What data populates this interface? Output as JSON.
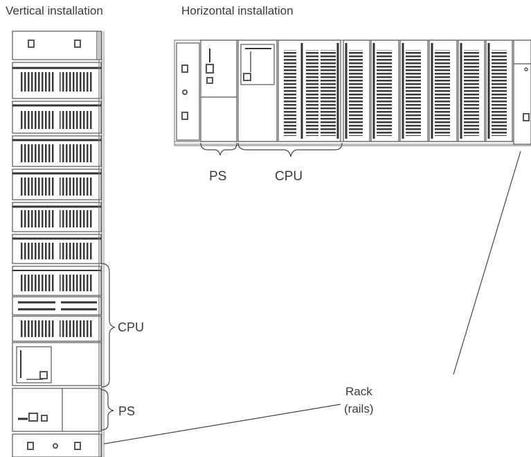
{
  "titles": {
    "vertical": "Vertical installation",
    "horizontal": "Horizontal  installation"
  },
  "labels": {
    "ps_horizontal": "PS",
    "cpu_horizontal": "CPU",
    "cpu_vertical": "CPU",
    "ps_vertical": "PS",
    "rack_line1": "Rack",
    "rack_line2": "(rails)"
  }
}
